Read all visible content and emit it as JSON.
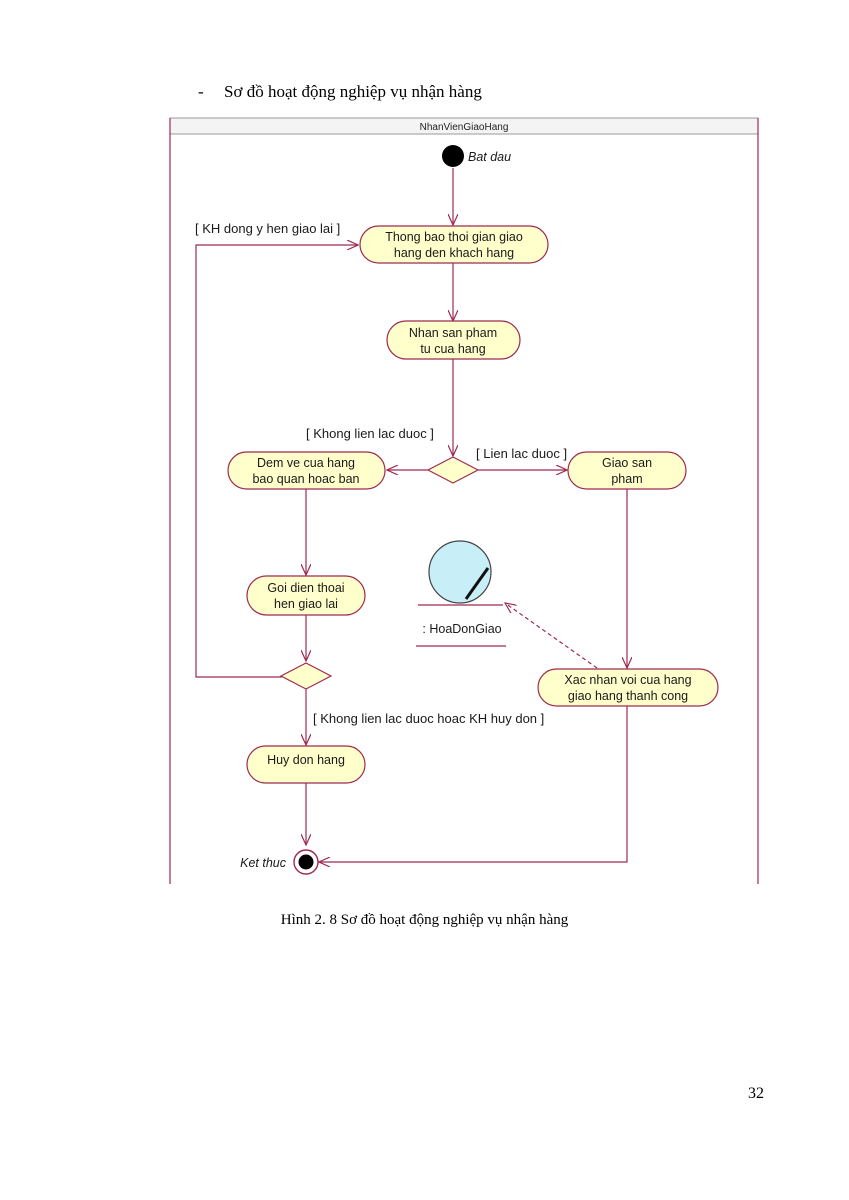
{
  "heading": {
    "bullet": "-",
    "text": "Sơ đồ hoạt động nghiệp vụ nhận hàng"
  },
  "diagram": {
    "swimlane": "NhanVienGiaoHang",
    "start_label": "Bat dau",
    "end_label": "Ket thuc",
    "activities": {
      "thong_bao": [
        "Thong bao thoi gian giao",
        "hang den khach hang"
      ],
      "nhan_san_pham": [
        "Nhan san pham",
        "tu cua hang"
      ],
      "dem_ve": [
        "Dem ve cua hang",
        "bao quan hoac ban"
      ],
      "giao_san_pham": [
        "Giao san",
        "pham"
      ],
      "goi_dien": [
        "Goi dien thoai",
        "hen giao lai"
      ],
      "xac_nhan": [
        "Xac nhan voi cua hang",
        "giao hang thanh cong"
      ],
      "huy_don": [
        "Huy don hang"
      ]
    },
    "guards": {
      "kh_dong_y": "[ KH dong y hen giao lai ]",
      "khong_lien_lac": "[ Khong lien lac duoc ]",
      "lien_lac": "[ Lien lac duoc ]",
      "khong_lien_lac_huy": "[ Khong lien lac duoc hoac KH huy don ]"
    },
    "object": ": HoaDonGiao",
    "colors": {
      "node_fill": "#ffffcc",
      "stroke": "#9e2a50",
      "object_fill": "#c8eef8"
    }
  },
  "caption": "Hình 2. 8 Sơ đồ hoạt động nghiệp vụ nhận hàng",
  "page_number": "32"
}
